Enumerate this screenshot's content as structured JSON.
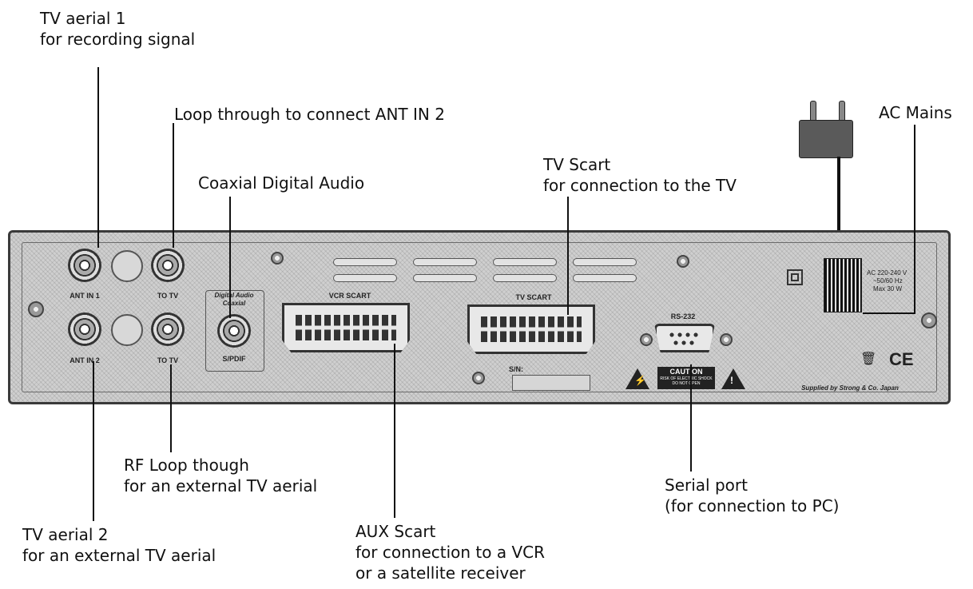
{
  "callouts": {
    "tv_aerial_1": [
      "TV aerial 1",
      "for recording signal"
    ],
    "loop_through": [
      "Loop through to connect ANT IN 2"
    ],
    "coaxial_audio": [
      "Coaxial Digital Audio"
    ],
    "tv_scart": [
      "TV Scart",
      "for connection to the TV"
    ],
    "ac_mains": [
      "AC Mains"
    ],
    "rf_loop": [
      "RF Loop though",
      "for an external TV aerial"
    ],
    "serial_port": [
      "Serial port",
      "(for connection to PC)"
    ],
    "tv_aerial_2": [
      "TV aerial 2",
      "for an external TV aerial"
    ],
    "aux_scart": [
      "AUX Scart",
      "for connection to a VCR",
      "or a satellite receiver"
    ]
  },
  "panel": {
    "ant_in_1": "ANT IN 1",
    "to_tv_top": "TO TV",
    "ant_in_2": "ANT IN 2",
    "to_tv_bottom": "TO TV",
    "digital_audio_line1": "Digital Audio",
    "digital_audio_line2": "Coaxial",
    "spdif": "S/PDIF",
    "vcr_scart": "VCR SCART",
    "tv_scart": "TV SCART",
    "sn": "S/N:",
    "rs232": "RS-232",
    "caution": "CAUTION",
    "caution_fine_1": "RISK OF ELECTRIC SHOCK",
    "caution_fine_2": "DO NOT OPEN",
    "ac_rating_1": "AC 220-240 V",
    "ac_rating_2": "~50/60 Hz",
    "ac_rating_3": "Max 30 W",
    "supplied_by": "Supplied by Strong & Co. Japan",
    "ce_mark": "CE"
  },
  "icons": [
    "coax-connector-icon",
    "scart-connector-icon",
    "db9-connector-icon",
    "warning-triangle-icon",
    "double-insulation-icon",
    "weee-bin-icon",
    "ce-mark-icon",
    "power-plug-icon"
  ]
}
